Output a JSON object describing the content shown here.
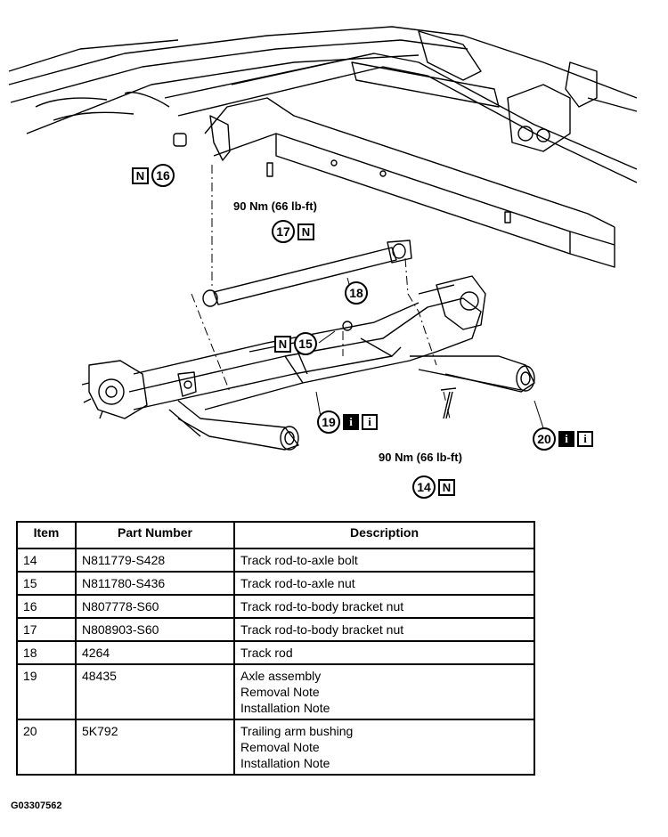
{
  "callouts": {
    "c16": {
      "number": "16",
      "badge": "N"
    },
    "c17": {
      "number": "17",
      "badge": "N"
    },
    "c18": {
      "number": "18"
    },
    "c15": {
      "number": "15",
      "badge": "N"
    },
    "c19": {
      "number": "19",
      "notes": [
        "i",
        "i"
      ]
    },
    "c20": {
      "number": "20",
      "notes": [
        "i",
        "i"
      ]
    },
    "c14": {
      "number": "14",
      "badge": "N"
    }
  },
  "torque": {
    "upper": "90 Nm (66 lb-ft)",
    "lower": "90 Nm (66 lb-ft)"
  },
  "table": {
    "headers": [
      "Item",
      "Part Number",
      "Description"
    ],
    "rows": [
      {
        "item": "14",
        "part": "N811779-S428",
        "desc": [
          "Track rod-to-axle bolt"
        ]
      },
      {
        "item": "15",
        "part": "N811780-S436",
        "desc": [
          "Track rod-to-axle nut"
        ]
      },
      {
        "item": "16",
        "part": "N807778-S60",
        "desc": [
          "Track rod-to-body bracket nut"
        ]
      },
      {
        "item": "17",
        "part": "N808903-S60",
        "desc": [
          "Track rod-to-body bracket nut"
        ]
      },
      {
        "item": "18",
        "part": "4264",
        "desc": [
          "Track rod"
        ]
      },
      {
        "item": "19",
        "part": "48435",
        "desc": [
          "Axle assembly",
          "Removal Note",
          "Installation Note"
        ]
      },
      {
        "item": "20",
        "part": "5K792",
        "desc": [
          "Trailing arm bushing",
          "Removal Note",
          "Installation Note"
        ]
      }
    ]
  },
  "figure_id": "G03307562"
}
